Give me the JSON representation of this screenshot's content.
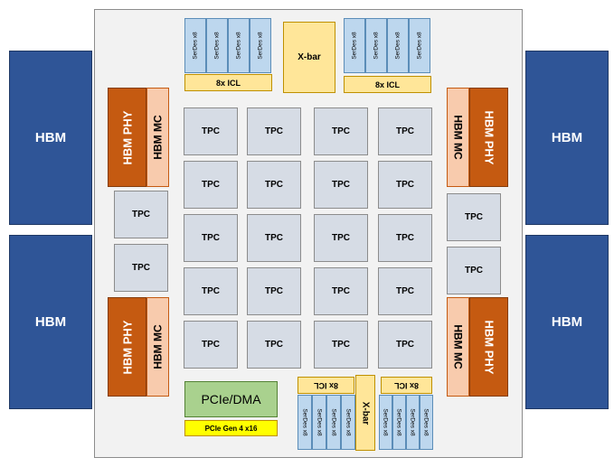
{
  "hbm_label": "HBM",
  "hbm_phy_label": "HBM PHY",
  "hbm_mc_label": "HBM MC",
  "tpc_label": "TPC",
  "serdes_label": "SerDes x8",
  "icl_label": "8x ICL",
  "xbar_label": "X-bar",
  "pcie_dma_label": "PCIe/DMA",
  "pcie_gen_label": "PCIe Gen 4 x16",
  "colors": {
    "hbm": "#2f5597",
    "tpc": "#d6dce5",
    "phy": "#c55a11",
    "mc": "#f8cbad",
    "serdes": "#bdd7ee",
    "icl_xbar": "#ffe699",
    "pcie": "#a9d18e",
    "pcie_gen": "#ffff00"
  }
}
